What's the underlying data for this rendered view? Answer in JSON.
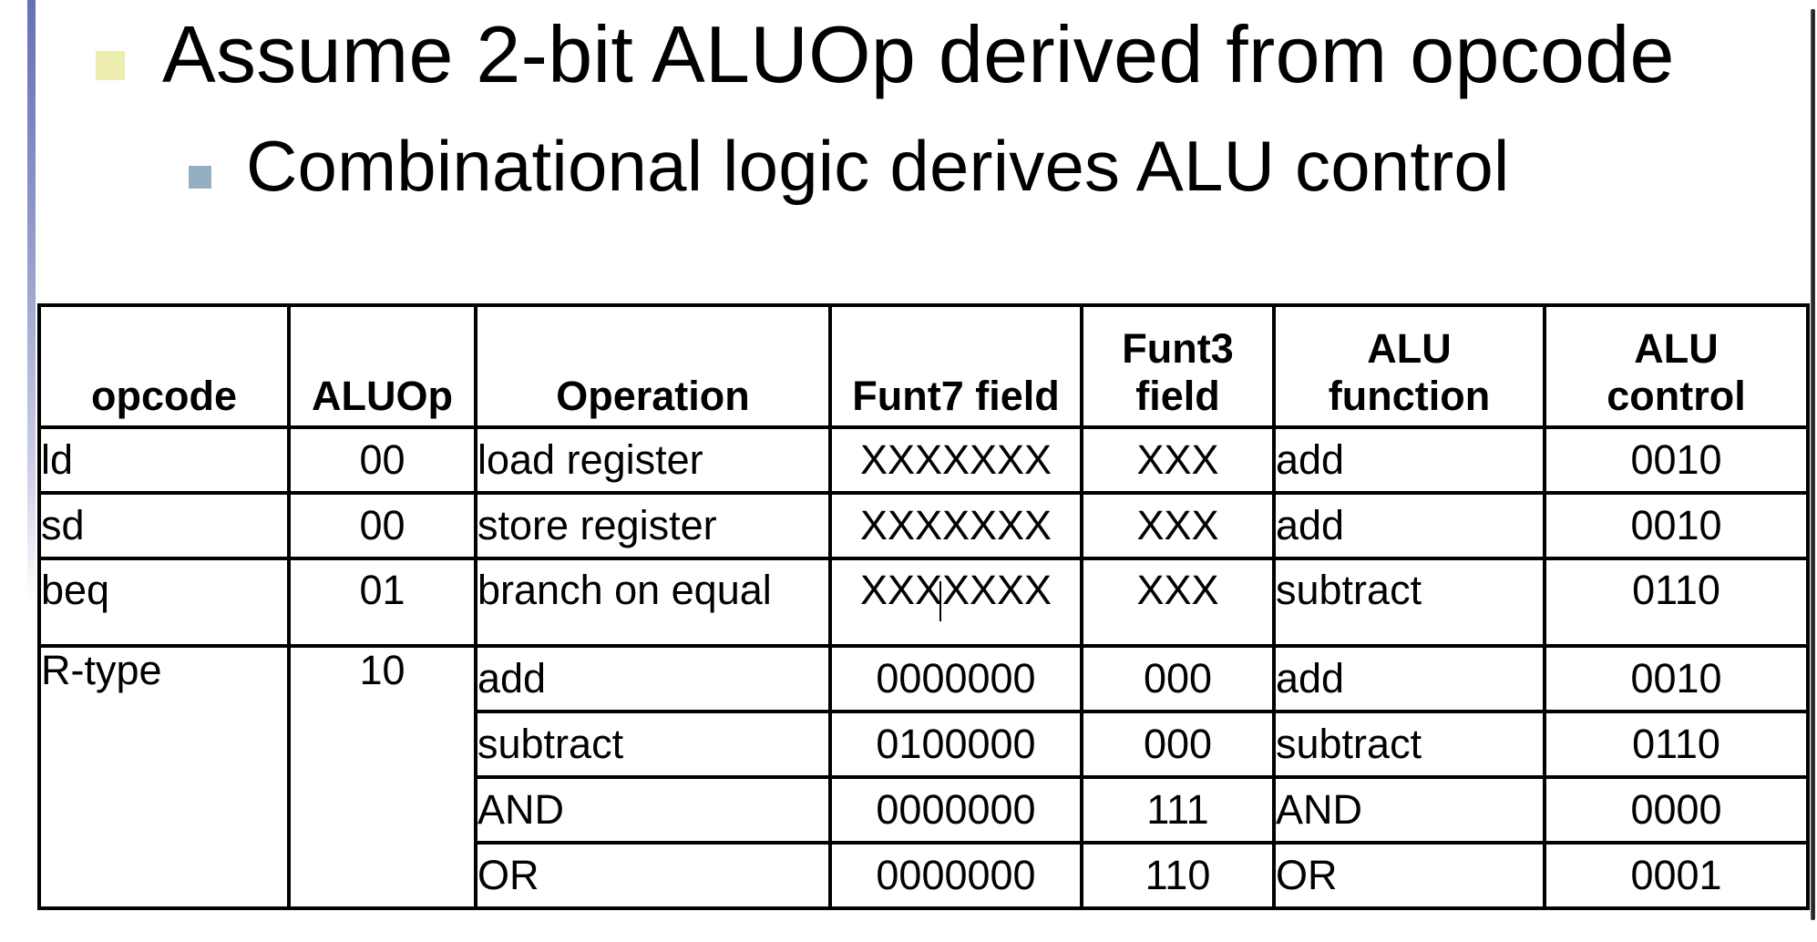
{
  "slide": {
    "bullet_level1": "Assume 2-bit ALUOp derived from opcode",
    "bullet_level2": "Combinational logic derives ALU control",
    "colors": {
      "accent_bar": "#6670b6",
      "bullet1": "#ededb0",
      "bullet2": "#94b0c0"
    }
  },
  "table": {
    "headers": [
      {
        "line1": "",
        "line2": "opcode"
      },
      {
        "line1": "",
        "line2": "ALUOp"
      },
      {
        "line1": "",
        "line2": "Operation"
      },
      {
        "line1": "",
        "line2": "Funt7 field"
      },
      {
        "line1": "Funt3",
        "line2": "field"
      },
      {
        "line1": "ALU",
        "line2": "function"
      },
      {
        "line1": "ALU",
        "line2": "control"
      }
    ],
    "rows": [
      {
        "opcode": "ld",
        "aluop": "00",
        "operation": "load register",
        "funct7": "XXXXXXX",
        "funct3": "XXX",
        "alu_function": "add",
        "alu_control": "0010"
      },
      {
        "opcode": "sd",
        "aluop": "00",
        "operation": "store register",
        "funct7": "XXXXXXX",
        "funct3": "XXX",
        "alu_function": "add",
        "alu_control": "0010"
      },
      {
        "opcode": "beq",
        "aluop": "01",
        "operation": "branch on equal",
        "funct7": "XXXXXXX",
        "funct3": "XXX",
        "alu_function": "subtract",
        "alu_control": "0110"
      }
    ],
    "rtype": {
      "opcode": "R-type",
      "aluop": "10",
      "rows": [
        {
          "operation": "add",
          "funct7": "0000000",
          "funct3": "000",
          "alu_function": "add",
          "alu_control": "0010"
        },
        {
          "operation": "subtract",
          "funct7": "0100000",
          "funct3": "000",
          "alu_function": "subtract",
          "alu_control": "0110"
        },
        {
          "operation": "AND",
          "funct7": "0000000",
          "funct3": "111",
          "alu_function": "AND",
          "alu_control": "0000"
        },
        {
          "operation": "OR",
          "funct7": "0000000",
          "funct3": "110",
          "alu_function": "OR",
          "alu_control": "0001"
        }
      ]
    }
  }
}
